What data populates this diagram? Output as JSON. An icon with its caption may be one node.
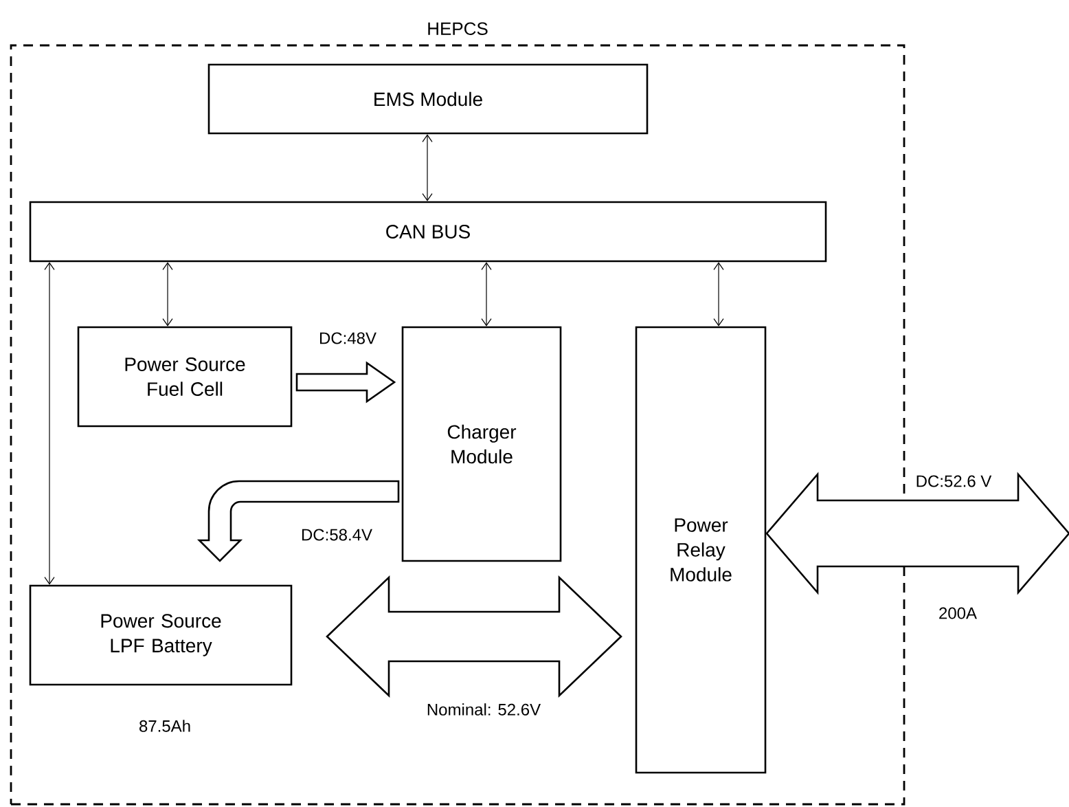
{
  "diagram": {
    "nodes": [
      {
        "text": [
          "HEPCS"
        ]
      },
      {
        "text": [
          "EMS Module"
        ],
        "in": 0
      },
      {
        "text": [
          "CAN BUS"
        ],
        "in": 0
      },
      {
        "text": [
          "Power Source Fuel Cell"
        ],
        "in": 0
      },
      {
        "text": [
          "Charger Module"
        ],
        "in": 0
      },
      {
        "text": [
          "Power Relay Module"
        ],
        "in": 0
      },
      {
        "text": [
          "Power Source LPF Battery"
        ],
        "in": 0,
        "beside": [
          "87.5Ah"
        ]
      }
    ],
    "edges": [
      {
        "from": 1,
        "to": 2,
        "arrow": "both"
      },
      {
        "from": 2,
        "to": 3,
        "arrow": "both"
      },
      {
        "from": 2,
        "to": 4,
        "arrow": "both"
      },
      {
        "from": 2,
        "to": 5,
        "arrow": "both"
      },
      {
        "from": 2,
        "to": 6,
        "arrow": "both"
      },
      {
        "from": 3,
        "to": 4,
        "arrow": "to",
        "label": "DC:48V",
        "style": "thick"
      },
      {
        "from": 4,
        "to": 6,
        "arrow": "to",
        "label": "DC:58.4V",
        "style": "thick"
      },
      {
        "from": 6,
        "to": 5,
        "arrow": "both",
        "label": "Nominal: 52.6V",
        "style": "thick"
      },
      {
        "from": 5,
        "to": null,
        "arrow": "both",
        "label": "DC:52.6 V",
        "style": "thick"
      }
    ],
    "labels": [
      "200A"
    ]
  }
}
